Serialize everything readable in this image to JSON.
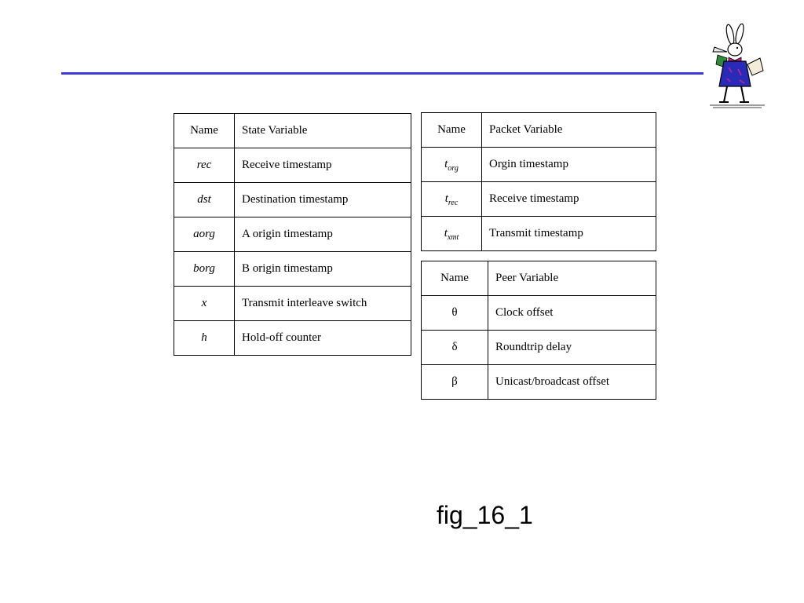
{
  "slide": {
    "caption": "fig_16_1"
  },
  "state_table": {
    "header": {
      "name": "Name",
      "variable": "State Variable"
    },
    "rows": [
      {
        "name": "rec",
        "description": "Receive timestamp"
      },
      {
        "name": "dst",
        "description": "Destination timestamp"
      },
      {
        "name": "aorg",
        "description": "A origin timestamp"
      },
      {
        "name": "borg",
        "description": "B origin timestamp"
      },
      {
        "name": "x",
        "description": "Transmit interleave switch"
      },
      {
        "name": "h",
        "description": "Hold-off counter"
      }
    ]
  },
  "packet_table": {
    "header": {
      "name": "Name",
      "variable": "Packet  Variable"
    },
    "rows": [
      {
        "name_base": "t",
        "name_sub": "org",
        "description": "Orgin timestamp"
      },
      {
        "name_base": "t",
        "name_sub": "rec",
        "description": "Receive timestamp"
      },
      {
        "name_base": "t",
        "name_sub": "xmt",
        "description": "Transmit timestamp"
      }
    ]
  },
  "peer_table": {
    "header": {
      "name": "Name",
      "variable": "Peer  Variable"
    },
    "rows": [
      {
        "name": "θ",
        "description": "Clock offset"
      },
      {
        "name": "δ",
        "description": "Roundtrip delay"
      },
      {
        "name": "β",
        "description": "Unicast/broadcast offset"
      }
    ]
  },
  "colors": {
    "header_rule": "#3b3bdc",
    "rabbit_coat": "#2a2ab8",
    "rabbit_bow": "#d0208a",
    "rabbit_sleeve": "#2e8b3a"
  },
  "icons": {
    "logo": "white-rabbit-logo"
  }
}
